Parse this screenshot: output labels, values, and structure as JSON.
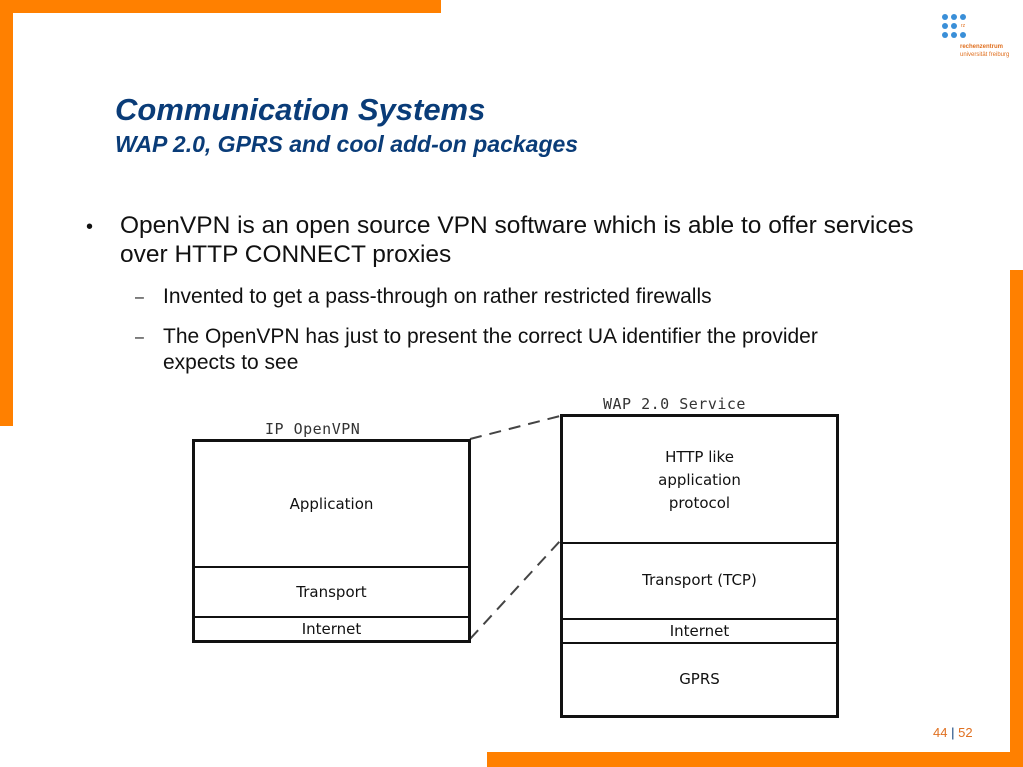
{
  "logo": {
    "line1": "rechenzentrum",
    "line2": "universität freiburg",
    "mark": "rz"
  },
  "slide": {
    "title": "Communication Systems",
    "subtitle": "WAP 2.0, GPRS and cool add-on packages",
    "bullet_main": "OpenVPN is an open source VPN software which is able to offer services over HTTP CONNECT proxies",
    "sub_bullets": [
      "Invented to get a pass-through on rather restricted firewalls",
      "The OpenVPN has just to present the correct UA identifier the provider expects to see"
    ],
    "sub_marker": "–",
    "main_marker": "•"
  },
  "diagram": {
    "left_title": "IP OpenVPN",
    "left_layers": [
      "Application",
      "Transport",
      "Internet"
    ],
    "right_title": "WAP 2.0 Service",
    "right_layers": [
      "HTTP like application protocol",
      "Transport (TCP)",
      "Internet",
      "GPRS"
    ]
  },
  "pager": {
    "current": "44",
    "separator": "|",
    "total": "52"
  },
  "colors": {
    "accent": "#ff8000",
    "title": "#0a3c78",
    "logo_dots": "#3a8fd8"
  }
}
